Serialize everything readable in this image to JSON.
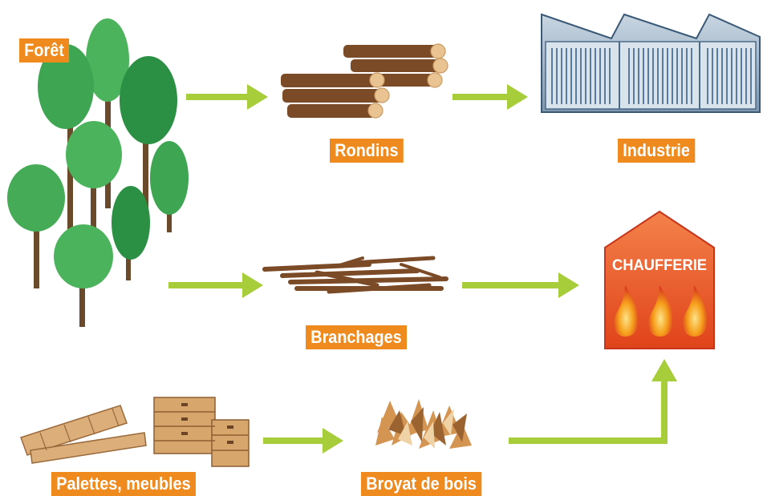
{
  "labels": {
    "foret": "Forêt",
    "rondins": "Rondins",
    "industrie": "Industrie",
    "branchages": "Branchages",
    "chaufferie": "CHAUFFERIE",
    "palettes": "Palettes, meubles",
    "broyat": "Broyat de bois"
  },
  "colors": {
    "label_bg": "#ef8a1e",
    "arrow": "#a7cd3a",
    "tree_light": "#4cb35d",
    "tree_dark": "#2b8f44",
    "trunk": "#6b4a2c",
    "log": "#7b4a26",
    "log_end": "#e9c392",
    "factory": "#9fb2c6",
    "chaufferie": "#e8501f",
    "flame_outer": "#d9381e",
    "flame_inner": "#f6b21c"
  },
  "icons": [
    "forest-icon",
    "logs-icon",
    "factory-icon",
    "branches-icon",
    "boiler-house-icon",
    "pallets-furniture-icon",
    "wood-chips-icon"
  ]
}
